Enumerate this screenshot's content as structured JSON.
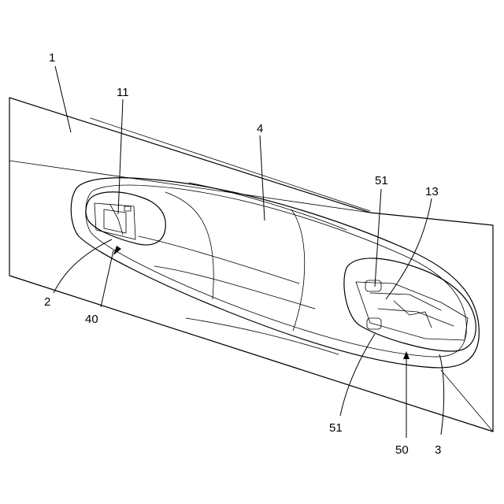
{
  "figure": {
    "labels": {
      "panel": "1",
      "pocket_end_left": "11",
      "handle_body": "4",
      "sensor_top": "51",
      "pocket_end_right": "13",
      "left_end_component": "2",
      "left_arrow_ref": "40",
      "sensor_bottom": "51",
      "right_arrow_ref": "50",
      "right_end_component": "3"
    }
  }
}
